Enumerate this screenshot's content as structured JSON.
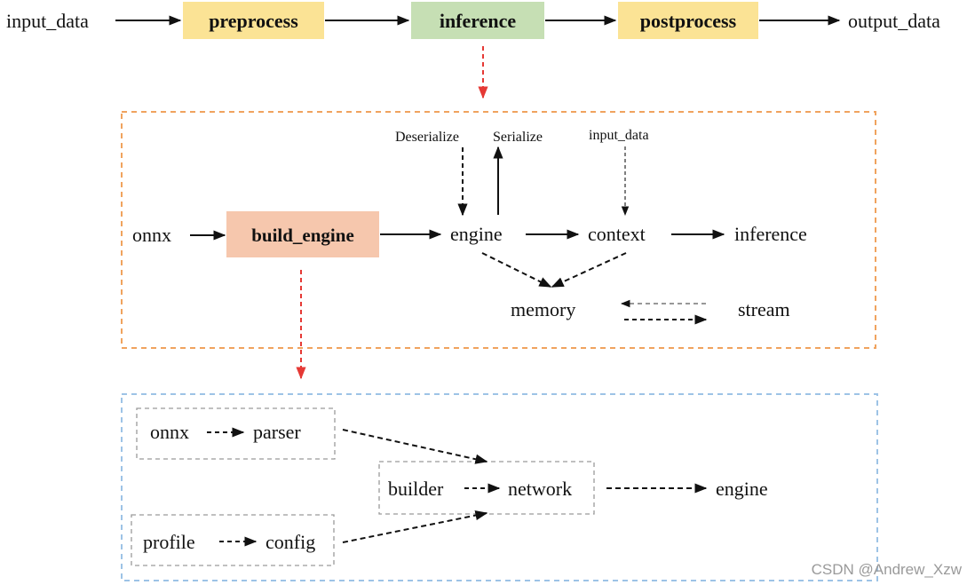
{
  "colors": {
    "stage_fill": "#FBE395",
    "inference_fill": "#C6DFB4",
    "build_fill": "#F6C7AD",
    "orange_border": "#F0A35E",
    "blue_border": "#9DC3E6",
    "gray_border": "#9A9A9A",
    "red_arrow": "#E53935",
    "black_arrow": "#111111"
  },
  "pipeline": {
    "input": "input_data",
    "preprocess": "preprocess",
    "inference": "inference",
    "postprocess": "postprocess",
    "output": "output_data"
  },
  "inference_detail": {
    "onnx": "onnx",
    "build_engine": "build_engine",
    "engine": "engine",
    "context": "context",
    "inference": "inference",
    "deserialize": "Deserialize",
    "serialize": "Serialize",
    "input_data": "input_data",
    "memory": "memory",
    "stream": "stream"
  },
  "build_detail": {
    "onnx": "onnx",
    "parser": "parser",
    "builder": "builder",
    "network": "network",
    "engine": "engine",
    "profile": "profile",
    "config": "config"
  },
  "watermark": "CSDN @Andrew_Xzw"
}
